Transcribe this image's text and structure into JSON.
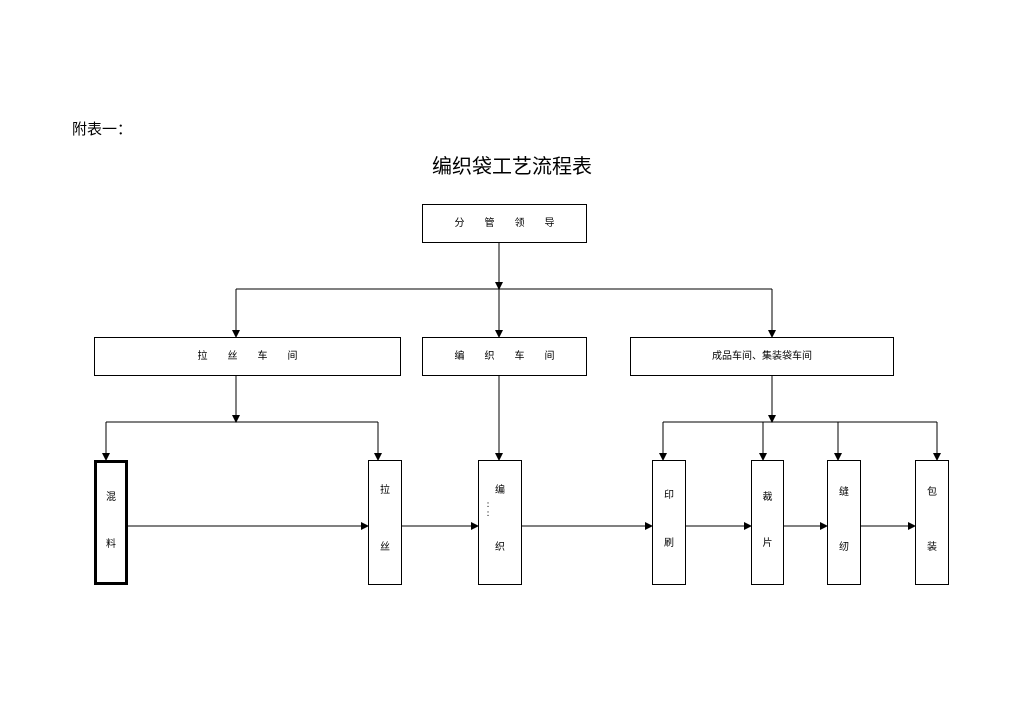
{
  "document": {
    "annex_label": "附表一：",
    "title": "编织袋工艺流程表"
  },
  "levels": {
    "top": {
      "label": "分　　管　　领　　导"
    },
    "workshops": [
      {
        "id": "drawing",
        "label": "拉　　丝　　车　　间"
      },
      {
        "id": "weaving",
        "label": "编　　织　　车　　间"
      },
      {
        "id": "finished",
        "label": "成品车间、集装袋车间"
      }
    ],
    "processes": [
      {
        "id": "mixing",
        "chars": [
          "混",
          "料"
        ]
      },
      {
        "id": "drawing",
        "chars": [
          "拉",
          "丝"
        ]
      },
      {
        "id": "weaving",
        "chars": [
          "编",
          "织"
        ],
        "dots": ":\n:"
      },
      {
        "id": "printing",
        "chars": [
          "印",
          "刷"
        ]
      },
      {
        "id": "cutting",
        "chars": [
          "裁",
          "片"
        ]
      },
      {
        "id": "sewing",
        "chars": [
          "缝",
          "纫"
        ]
      },
      {
        "id": "packing",
        "chars": [
          "包",
          "装"
        ]
      }
    ]
  }
}
